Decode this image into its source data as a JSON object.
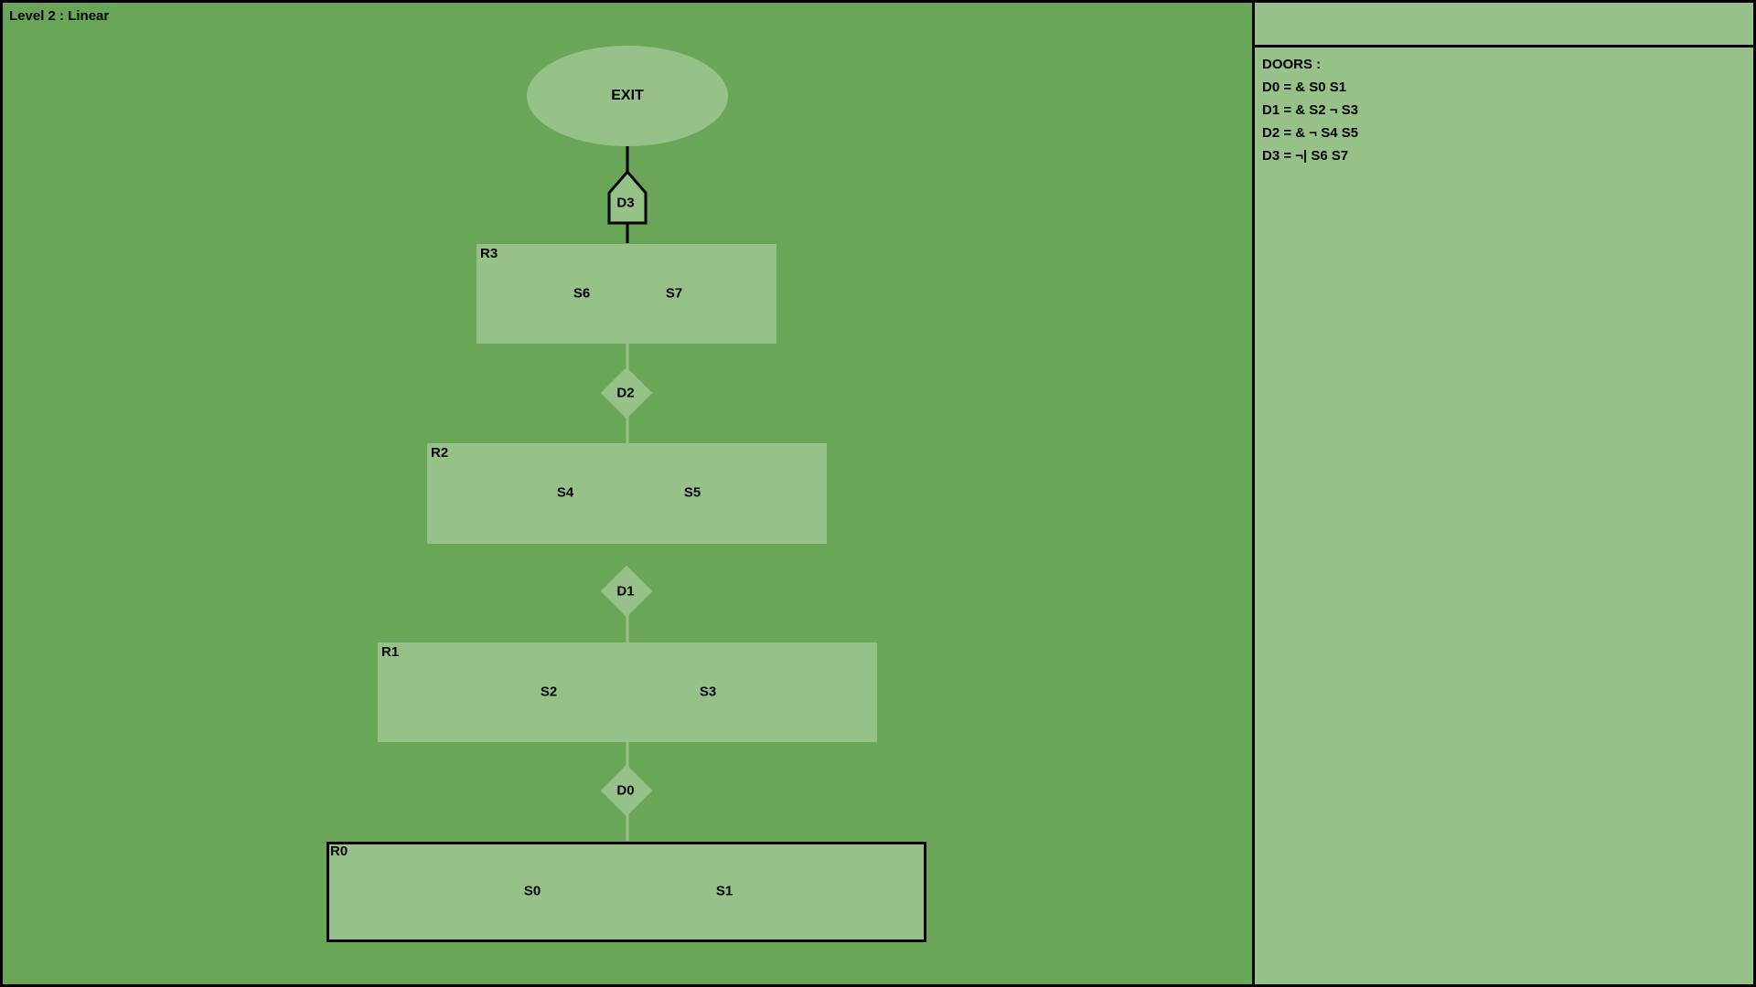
{
  "level": {
    "title": "Level 2 : Linear"
  },
  "exit": {
    "label": "EXIT"
  },
  "rooms": [
    {
      "id": "R0",
      "label": "R0",
      "switches": [
        "S0",
        "S1"
      ],
      "current": true
    },
    {
      "id": "R1",
      "label": "R1",
      "switches": [
        "S2",
        "S3"
      ],
      "current": false
    },
    {
      "id": "R2",
      "label": "R2",
      "switches": [
        "S4",
        "S5"
      ],
      "current": false
    },
    {
      "id": "R3",
      "label": "R3",
      "switches": [
        "S6",
        "S7"
      ],
      "current": false
    }
  ],
  "doors": [
    {
      "id": "D0",
      "label": "D0"
    },
    {
      "id": "D1",
      "label": "D1"
    },
    {
      "id": "D2",
      "label": "D2"
    },
    {
      "id": "D3",
      "label": "D3"
    }
  ],
  "doors_panel": {
    "heading": "DOORS :",
    "lines": [
      "D0 = & S0 S1",
      "D1 = & S2 ¬ S3",
      "D2 = & ¬ S4 S5",
      "D3 = ¬| S6 S7"
    ]
  },
  "colors": {
    "board": "#69a658",
    "room": "#96c28a",
    "border": "#000000"
  }
}
